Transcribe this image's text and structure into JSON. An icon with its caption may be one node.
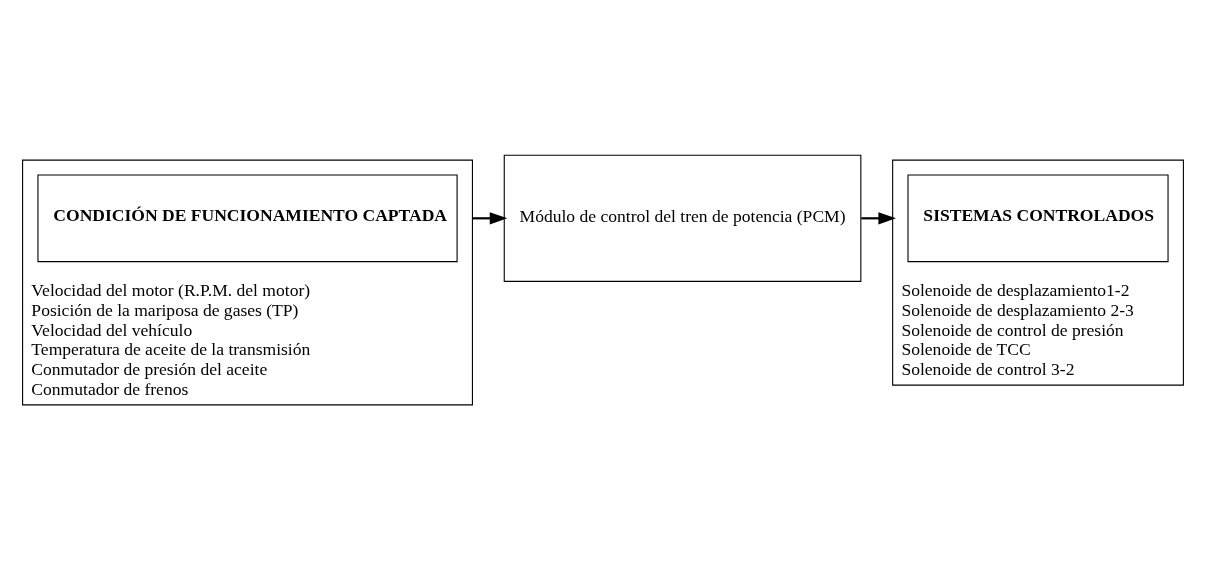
{
  "diagram": {
    "nodes": [
      {
        "text": [
          "Velocidad del motor (R.P.M. del motor)",
          "Posición de la mariposa de gases (TP)",
          "Velocidad del vehículo",
          "Temperatura de aceite de la transmisión",
          "Conmutador de presión del aceite",
          "Conmutador de frenos"
        ]
      },
      {
        "text": [
          "CONDICIÓN DE FUNCIONAMIENTO CAPTADA"
        ],
        "in": 0
      },
      {
        "text": [
          "Módulo de control del tren de potencia (PCM)"
        ]
      },
      {
        "text": [
          "Solenoide de desplazamiento1-2",
          "Solenoide de desplazamiento 2-3",
          "Solenoide de control de presión",
          "Solenoide de TCC",
          "Solenoide de control 3-2"
        ]
      },
      {
        "text": [
          "SISTEMAS CONTROLADOS"
        ],
        "in": 3
      }
    ],
    "edges": [
      {
        "from": 0,
        "to": 2,
        "arrow": "to"
      },
      {
        "from": 2,
        "to": 3,
        "arrow": "to"
      }
    ]
  }
}
